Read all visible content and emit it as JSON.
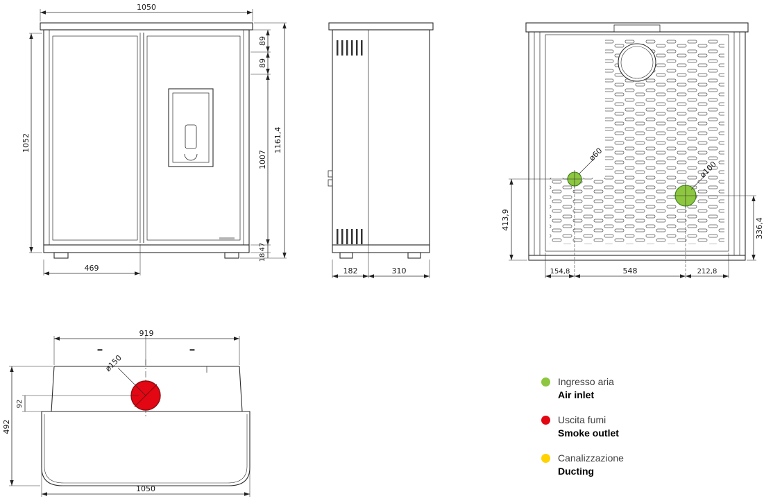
{
  "title": "Stove dimensional technical drawing",
  "colors": {
    "line": "#2b2b2b",
    "green": "#8dc63f",
    "green_stroke": "#3c7a1e",
    "red": "#e30613",
    "red_stroke": "#8c0e12",
    "yellow": "#ffd200"
  },
  "front_view": {
    "dims": {
      "width_total": "1050",
      "top_gap_1": "89",
      "top_gap_2": "89",
      "height_body": "1052",
      "height_door": "1007",
      "height_total": "1161,4",
      "base_height": "47",
      "foot_height": "18",
      "width_left_module": "469"
    }
  },
  "side_view": {
    "dims": {
      "depth_rear": "182",
      "depth_front": "310"
    }
  },
  "rear_view": {
    "dims": {
      "air_inlet_diameter": "ø60",
      "duct_diameter": "ø100",
      "air_inlet_height": "413,9",
      "duct_height": "336,4",
      "offset_left": "154,8",
      "offset_center": "548",
      "offset_right": "212,8"
    }
  },
  "top_view": {
    "dims": {
      "width_rear": "919",
      "smoke_outlet_diameter": "ø150",
      "smoke_outlet_offset": "92",
      "depth_total": "492",
      "width_front": "1050",
      "eq_mark": "="
    }
  },
  "legend": {
    "items": [
      {
        "color": "#8dc63f",
        "label_it": "Ingresso aria",
        "label_en": "Air inlet"
      },
      {
        "color": "#e30613",
        "label_it": "Uscita fumi",
        "label_en": "Smoke outlet"
      },
      {
        "color": "#ffd200",
        "label_it": "Canalizzazione",
        "label_en": "Ducting"
      }
    ]
  }
}
